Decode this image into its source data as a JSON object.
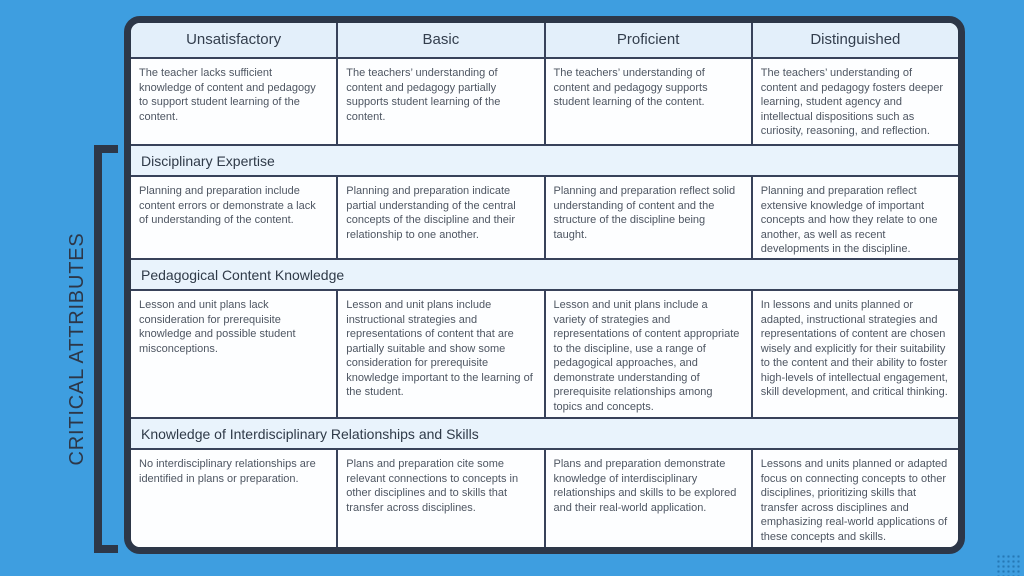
{
  "page": {
    "vertical_label": "CRITICAL ATTRIBUTES",
    "colors": {
      "background": "#3E9EE0",
      "frame": "#2D3748",
      "header_fill": "#E3EFFA",
      "band_fill": "#E9F3FC",
      "body_fill": "#FDFEFF",
      "body_text": "#4E5662"
    }
  },
  "rubric": {
    "columns": [
      "Unsatisfactory",
      "Basic",
      "Proficient",
      "Distinguished"
    ],
    "overview_row": [
      "The teacher lacks sufficient knowledge of content and pedagogy to support student learning of the content.",
      "The teachers’ understanding of content and pedagogy partially supports student learning of the content.",
      "The teachers’ understanding of content and pedagogy supports student learning of the content.",
      "The teachers’ understanding of content and pedagogy fosters deeper learning, student agency and intellectual dispositions such as curiosity, reasoning, and reflection."
    ],
    "sections": [
      {
        "title": "Disciplinary Expertise",
        "cells": [
          "Planning and preparation include content errors or demonstrate a lack of understanding of the content.",
          "Planning and preparation indicate partial understanding of the central concepts of the discipline and their relationship to one another.",
          "Planning and preparation reflect solid understanding of content and the structure of the discipline being taught.",
          "Planning and preparation reflect extensive knowledge of important concepts and how they relate to one another, as well as recent developments in the discipline."
        ]
      },
      {
        "title": "Pedagogical Content Knowledge",
        "cells": [
          "Lesson and unit plans lack consideration for prerequisite knowledge and possible student misconceptions.",
          "Lesson and unit plans include instructional strategies and representations of content that are partially suitable and show some consideration for prerequisite knowledge important to the learning of the student.",
          "Lesson and unit plans include a variety of strategies and representations of content appropriate to the discipline, use a range of pedagogical approaches, and demonstrate understanding of prerequisite relationships among topics and concepts.",
          "In lessons and units planned or adapted, instructional strategies and representations of content are chosen wisely and explicitly for their suitability to the content and their ability to foster high-levels of intellectual engagement, skill development, and critical thinking."
        ]
      },
      {
        "title": "Knowledge of Interdisciplinary Relationships and Skills",
        "cells": [
          "No interdisciplinary relationships are identified in plans or preparation.",
          "Plans and preparation cite some relevant connections to concepts in other disciplines and to skills that transfer across disciplines.",
          "Plans and preparation demonstrate knowledge of interdisciplinary relationships and skills to be explored and their real-world application.",
          "Lessons and units planned or adapted focus on connecting concepts to other disciplines, prioritizing skills that transfer across disciplines and emphasizing real-world applications of these concepts and skills."
        ]
      }
    ]
  }
}
